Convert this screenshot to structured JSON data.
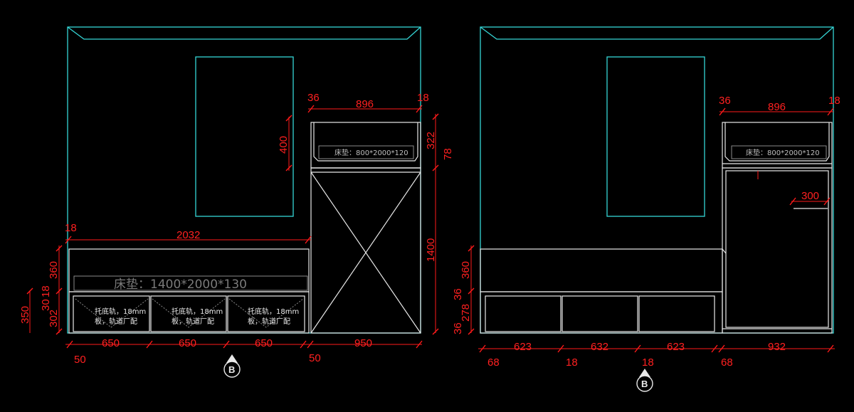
{
  "left": {
    "dims": {
      "top_w": "896",
      "top_l": "36",
      "top_r": "18",
      "h400": "400",
      "h322": "322",
      "h78": "78",
      "h1400": "1400",
      "bed_w": "2032",
      "bed_l": "18",
      "v360": "360",
      "v18": "18",
      "v30": "30",
      "v350": "350",
      "v302": "302",
      "b650a": "650",
      "b650b": "650",
      "b650c": "650",
      "b950": "950",
      "s50l": "50",
      "s50r": "50"
    },
    "mattress_small": "床垫：800*2000*120",
    "mattress_large": "床垫：1400*2000*130",
    "drawers": [
      {
        "l1": "托底轨，18mm",
        "l2": "板，轨道厂配"
      },
      {
        "l1": "托底轨，18mm",
        "l2": "板，轨道厂配"
      },
      {
        "l1": "托底轨，18mm",
        "l2": "板，轨道厂配"
      }
    ],
    "marker": "B"
  },
  "right": {
    "dims": {
      "top_w": "896",
      "top_l": "36",
      "top_r": "18",
      "r300": "300",
      "v360": "360",
      "v36a": "36",
      "v278": "278",
      "v36b": "36",
      "b623a": "623",
      "b632": "632",
      "b623b": "623",
      "b932": "932",
      "s68l": "68",
      "s18a": "18",
      "s18b": "18",
      "s68r": "68"
    },
    "mattress_small": "床垫：800*2000*120",
    "marker": "B"
  }
}
